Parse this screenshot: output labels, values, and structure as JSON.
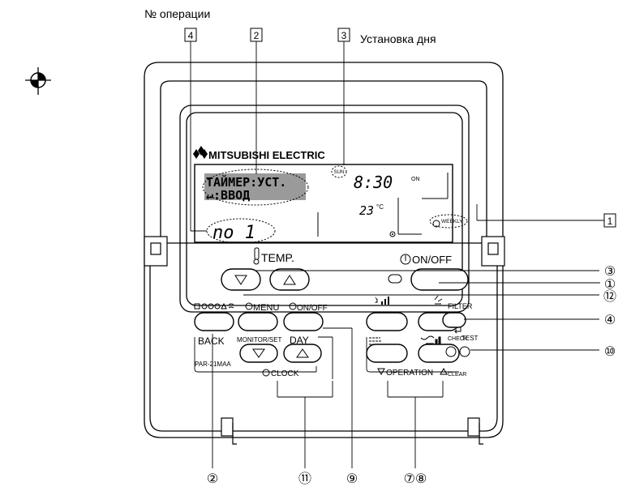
{
  "header": {
    "op_number_label": "№ операции",
    "day_setting_label": "Установка дня"
  },
  "callouts_top": [
    "4",
    "2",
    "3",
    "1"
  ],
  "brand": "MITSUBISHI ELECTRIC",
  "lcd": {
    "line1": "ТАЙМЕР:УСТ.",
    "line2": "↵:ВВОД",
    "day": "SUN",
    "clock": "8:30",
    "on": "ON",
    "temp": "23",
    "deg": "°C",
    "op_no": "no 1",
    "weekly": "WEEKLY"
  },
  "buttons": {
    "temp_label": "TEMP.",
    "on_off": "ON/OFF",
    "menu": "MENU",
    "timer_on_off": "ON/OFF",
    "filter": "FILTER",
    "back": "BACK",
    "monitor_set": "MONITOR/SET",
    "day": "DAY",
    "check": "CHECK",
    "test": "TEST",
    "clear": "CLEAR",
    "clock": "CLOCK",
    "operation": "OPERATION",
    "model": "PAR-21MAA"
  },
  "callouts_right": [
    "③",
    "①",
    "⑫",
    "④",
    "⑩"
  ],
  "callouts_bottom": [
    "②",
    "⑪",
    "⑨",
    "⑦⑧"
  ]
}
